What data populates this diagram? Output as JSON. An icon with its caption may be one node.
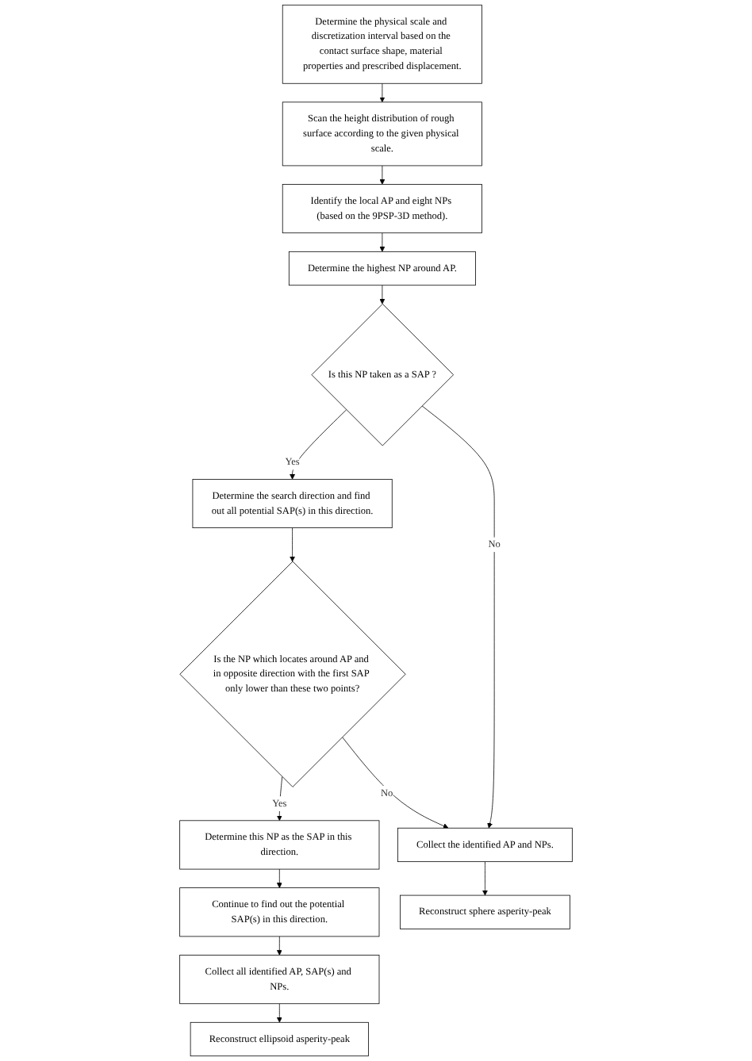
{
  "diagram": {
    "nodes": [
      {
        "text": [
          "Determine the physical scale and discretization interval based on the contact surface shape, material properties and prescribed displacement."
        ]
      },
      {
        "text": [
          "Scan the height distribution of rough surface according to the given physical scale."
        ]
      },
      {
        "text": [
          "Identify the local AP and eight NPs (based on the 9PSP-3D method)."
        ]
      },
      {
        "text": [
          "Determine the highest NP around AP."
        ]
      },
      {
        "text": [
          "Is this NP taken as a SAP ?"
        ]
      },
      {
        "text": [
          "Determine the search direction and find out all potential SAP(s) in this direction."
        ]
      },
      {
        "text": [
          "Is the NP which locates around AP and in opposite direction with the first SAP only lower than these two points?"
        ]
      },
      {
        "text": [
          "Determine this NP as the SAP in this direction."
        ]
      },
      {
        "text": [
          "Continue to find out the potential SAP(s) in this direction."
        ]
      },
      {
        "text": [
          "Collect all identified AP, SAP(s) and NPs."
        ]
      },
      {
        "text": [
          "Collect the identified AP and NPs."
        ]
      },
      {
        "text": [
          "Reconstruct ellipsoid asperity-peak"
        ]
      },
      {
        "text": [
          "Reconstruct sphere asperity-peak"
        ]
      }
    ],
    "edges": [
      {
        "from": 0,
        "to": 1,
        "arrow": "to"
      },
      {
        "from": 1,
        "to": 2,
        "arrow": "to"
      },
      {
        "from": 2,
        "to": 3,
        "arrow": "to"
      },
      {
        "from": 3,
        "to": 4,
        "arrow": "to"
      },
      {
        "from": 4,
        "to": 5,
        "arrow": "to",
        "label": "Yes"
      },
      {
        "from": 4,
        "to": 10,
        "arrow": "to",
        "label": "No"
      },
      {
        "from": 5,
        "to": 6,
        "arrow": "to"
      },
      {
        "from": 6,
        "to": 7,
        "arrow": "to",
        "label": "Yes"
      },
      {
        "from": 6,
        "to": 10,
        "arrow": "to",
        "label": "No"
      },
      {
        "from": 7,
        "to": 8,
        "arrow": "to"
      },
      {
        "from": 8,
        "to": 9,
        "arrow": "to"
      },
      {
        "from": 9,
        "to": 11,
        "arrow": "to"
      },
      {
        "from": 10,
        "to": 12,
        "arrow": "to"
      }
    ]
  }
}
